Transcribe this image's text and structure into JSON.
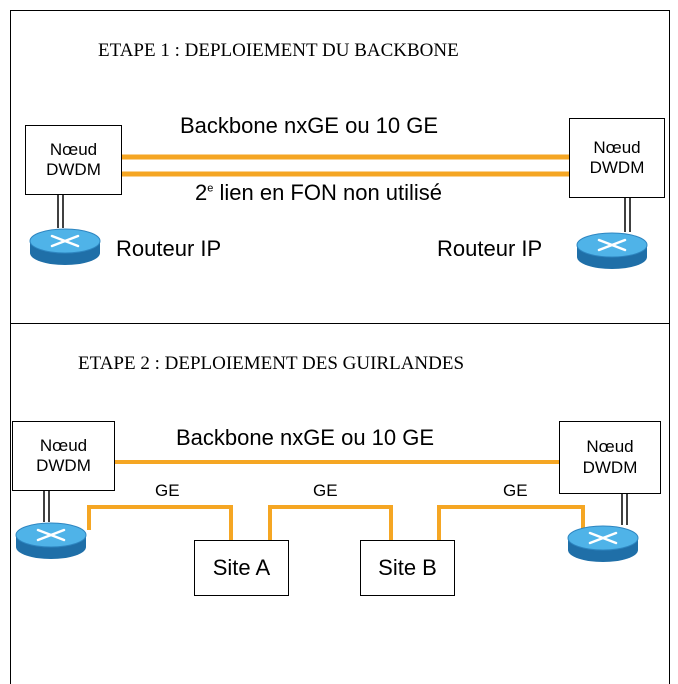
{
  "step1": {
    "title": "ETAPE 1 : DEPLOIEMENT DU BACKBONE",
    "backbone_label": "Backbone nxGE ou 10 GE",
    "second_link_prefix": "2",
    "second_link_sup": "e",
    "second_link_suffix": " lien en FON non utilisé",
    "left_node": {
      "line1": "Nœud",
      "line2": "DWDM"
    },
    "right_node": {
      "line1": "Nœud",
      "line2": "DWDM"
    },
    "left_router_label": "Routeur IP",
    "right_router_label": "Routeur IP"
  },
  "step2": {
    "title": "ETAPE 2 : DEPLOIEMENT DES GUIRLANDES",
    "backbone_label": "Backbone nxGE ou 10 GE",
    "left_node": {
      "line1": "Nœud",
      "line2": "DWDM"
    },
    "right_node": {
      "line1": "Nœud",
      "line2": "DWDM"
    },
    "ge_labels": [
      "GE",
      "GE",
      "GE"
    ],
    "site_a": "Site A",
    "site_b": "Site B"
  },
  "colors": {
    "fiber": "#F5A623",
    "router_body": "#2E86C1",
    "router_top": "#4FB3E8"
  },
  "icons": [
    "router-icon"
  ]
}
